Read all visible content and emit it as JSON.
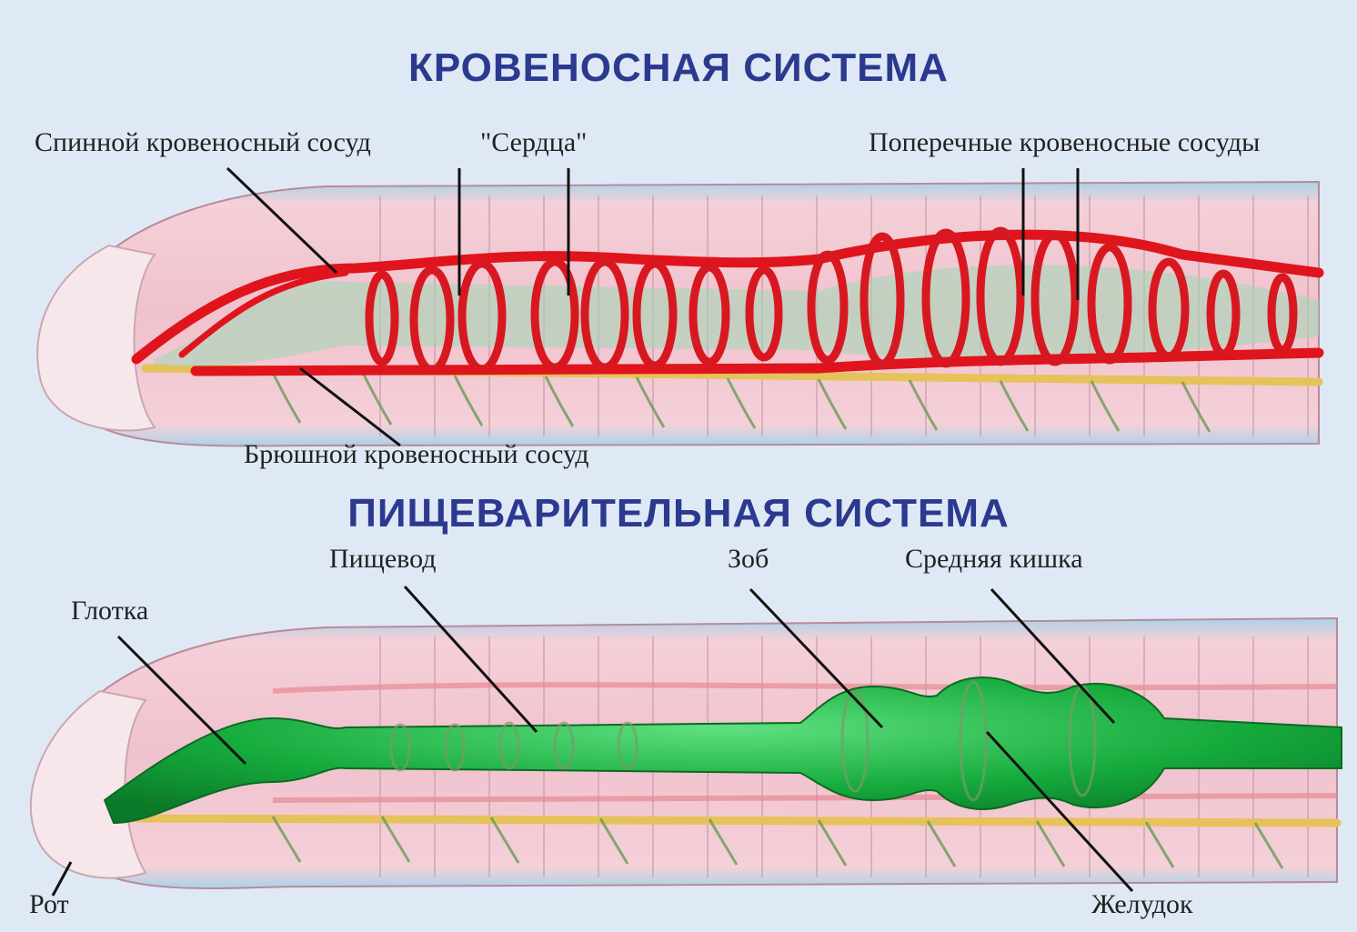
{
  "circulatory": {
    "title": "КРОВЕНОСНАЯ СИСТЕМА",
    "labels": {
      "dorsal_vessel": "Спинной кровеносный сосуд",
      "hearts": "\"Сердца\"",
      "transverse_vessels": "Поперечные кровеносные сосуды",
      "ventral_vessel": "Брюшной кровеносный сосуд"
    }
  },
  "digestive": {
    "title": "ПИЩЕВАРИТЕЛЬНАЯ СИСТЕМА",
    "labels": {
      "pharynx": "Глотка",
      "esophagus": "Пищевод",
      "crop": "Зоб",
      "midgut": "Средняя кишка",
      "mouth": "Рот",
      "gizzard": "Желудок"
    }
  },
  "colors": {
    "title": "#2b3a8f",
    "blood_vessel": "#e0141c",
    "gut": "#13a83a",
    "body": "#f2c6d2",
    "nerve_cord": "#e6c25a"
  }
}
